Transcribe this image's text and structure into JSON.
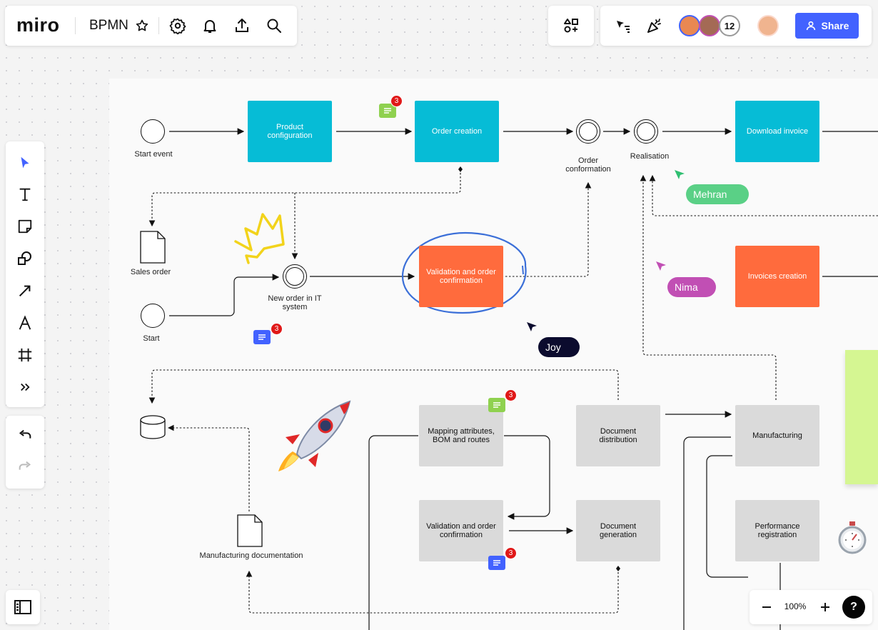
{
  "app": {
    "logo": "miro",
    "board_title": "BPMN"
  },
  "toolbar": {
    "share_label": "Share",
    "collaborator_count": "12",
    "zoom_level": "100%",
    "help_label": "?"
  },
  "diagram": {
    "start_event": "Start event",
    "product_configuration": "Product configuration",
    "order_creation": "Order creation",
    "order_conformation": "Order conformation",
    "realisation": "Realisation",
    "download_invoice": "Download invoice",
    "sales_order": "Sales order",
    "new_order_it": "New order in IT system",
    "validation_top": "Validation and order confirmation",
    "start": "Start",
    "invoices_creation": "Invoices creation",
    "mapping": "Mapping attributes, BOM and routes",
    "document_distribution": "Document distribution",
    "manufacturing": "Manufacturing",
    "validation_bottom": "Validation and order confirmation",
    "document_generation": "Document generation",
    "performance_registration": "Performance registration",
    "manufacturing_documentation": "Manufacturing documentation"
  },
  "comments": {
    "count_1": "3",
    "count_2": "3",
    "count_3": "3",
    "count_4": "3"
  },
  "cursors": {
    "mehran": "Mehran",
    "nima": "Nima",
    "joy": "Joy"
  },
  "colors": {
    "accent": "#4262ff",
    "cyan": "#06bcd6",
    "orange": "#ff6b3d",
    "grey": "#dadada"
  }
}
